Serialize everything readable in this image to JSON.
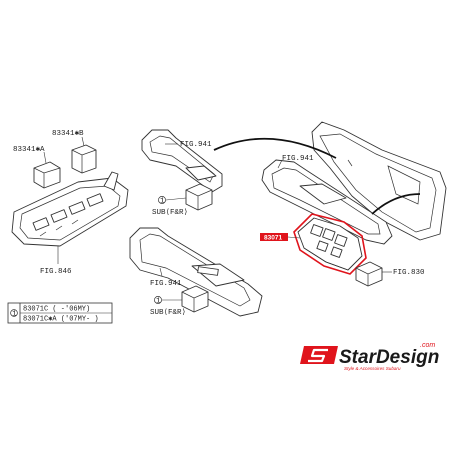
{
  "labels": {
    "part_b": "83341✱B",
    "part_a": "83341✱A",
    "fig_941_top": "FIG.941",
    "fig_941_mid": "FIG.941",
    "fig_941_bottom": "FIG.941",
    "fig_846": "FIG.846",
    "fig_830": "FIG.830",
    "sub_top": "SUB⟨F&R⟩",
    "sub_bottom": "SUB⟨F&R⟩",
    "callout_1_top": "1",
    "callout_1_bottom": "1",
    "highlight_tag": "83071"
  },
  "legend": {
    "index": "1",
    "row1": "83071C  ( -'06MY)",
    "row2": "83071C✱A ('07MY- )"
  },
  "logo": {
    "brand": "StarDesign",
    "domain": ".com",
    "tagline": "Style & Accessoires Subaru"
  },
  "colors": {
    "highlight": "#e0141c",
    "line": "#333333",
    "background": "#ffffff"
  }
}
